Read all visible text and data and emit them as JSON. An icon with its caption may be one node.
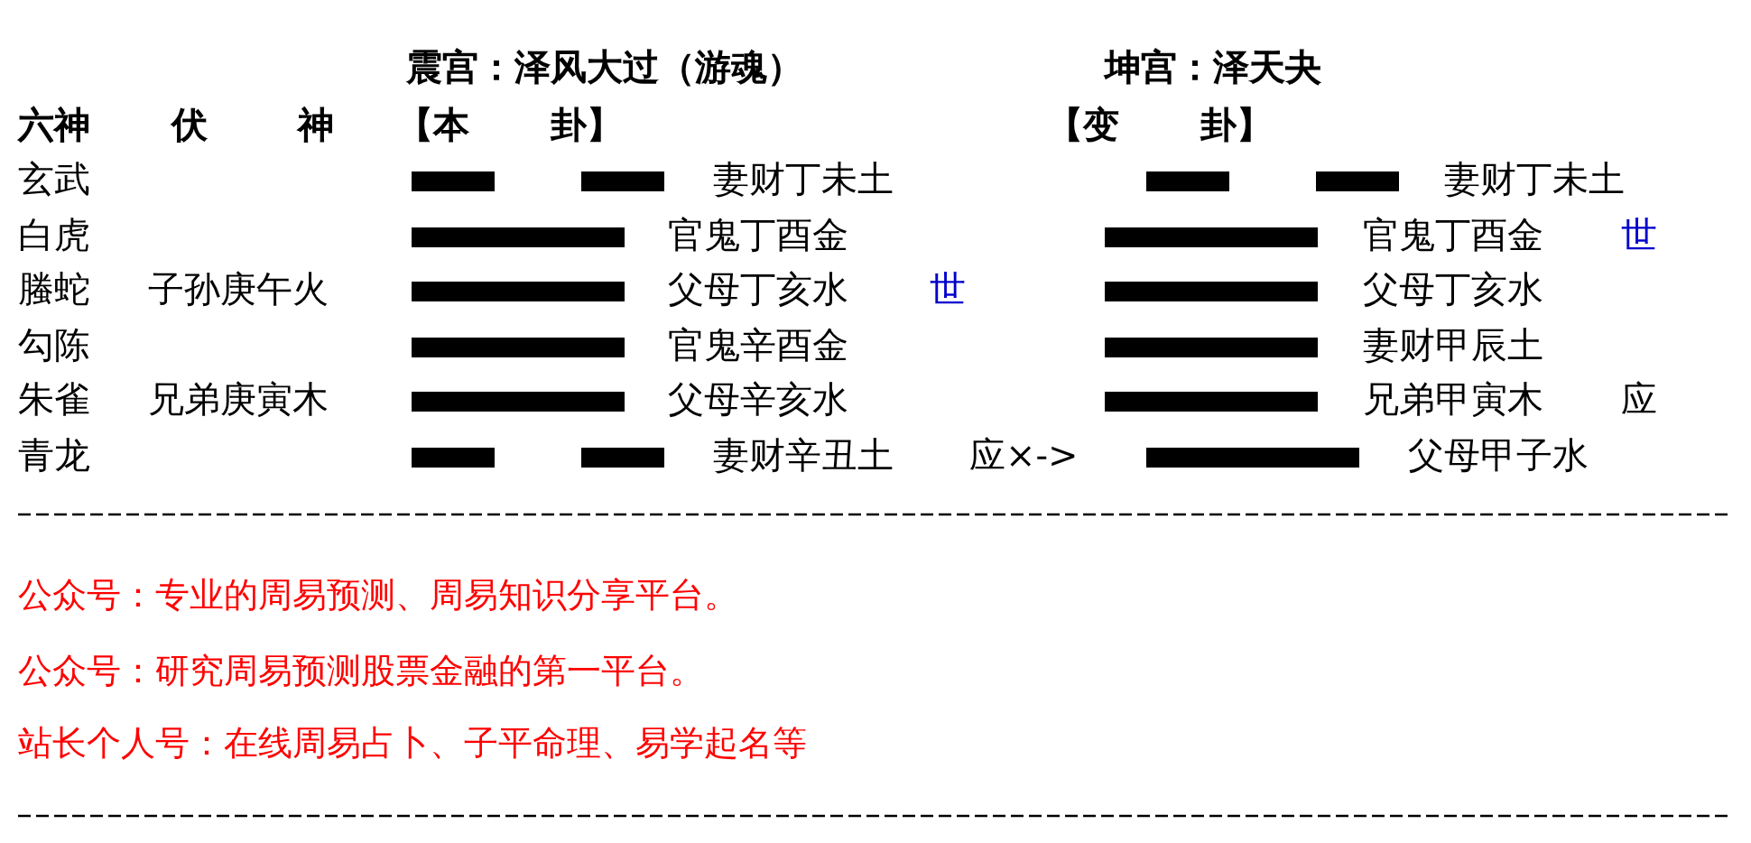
{
  "diagram": {
    "labels": [
      "震宫：泽风大过（游魂）",
      "坤宫：泽天夬",
      "六神",
      "伏",
      "神",
      "【本",
      "卦】",
      "【变",
      "卦】",
      "玄武",
      "妻财丁未土",
      "妻财丁未土",
      "白虎",
      "官鬼丁酉金",
      "官鬼丁酉金",
      "世",
      "螣蛇",
      "子孙庚午火",
      "父母丁亥水",
      "世",
      "父母丁亥水",
      "勾陈",
      "官鬼辛酉金",
      "妻财甲辰土",
      "朱雀",
      "兄弟庚寅木",
      "父母辛亥水",
      "兄弟甲寅木",
      "应",
      "青龙",
      "妻财辛丑土",
      "应×->",
      "父母甲子水",
      "公众号：专业的周易预测、周易知识分享平台。",
      "公众号：研究周易预测股票金融的第一平台。",
      "站长个人号：在线周易占卜、子平命理、易学起名等"
    ]
  }
}
